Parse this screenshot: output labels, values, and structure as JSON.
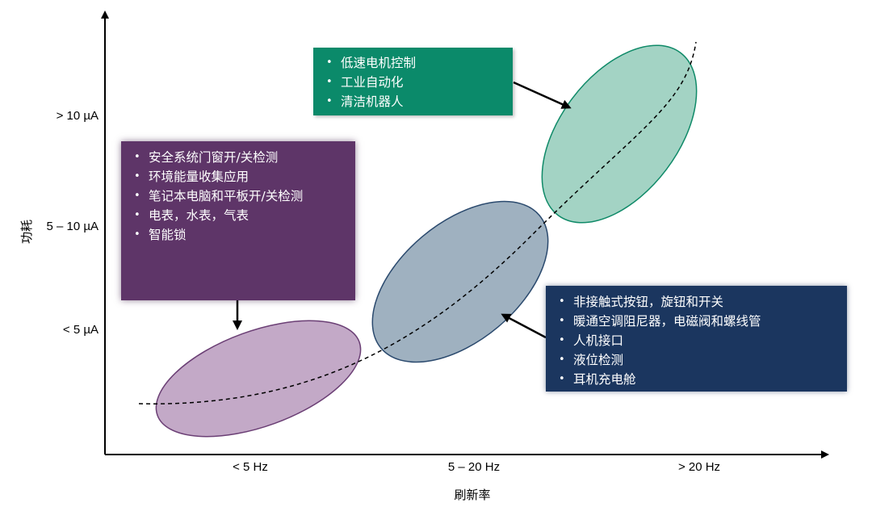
{
  "axes": {
    "x_title": "刷新率",
    "y_title": "功耗",
    "x_ticks": [
      "< 5 Hz",
      "5 – 20 Hz",
      "> 20 Hz"
    ],
    "y_ticks": [
      "> 10 µA",
      "5 – 10 µA",
      "< 5 µA"
    ]
  },
  "groups": [
    {
      "id": "low",
      "ellipse_fill": "#c3a9c7",
      "ellipse_stroke": "#6b3f75",
      "box_color": "#5e3568",
      "items": [
        "安全系统门窗开/关检测",
        "环境能量收集应用",
        "笔记本电脑和平板开/关检测",
        "电表，水表，气表",
        "智能锁"
      ]
    },
    {
      "id": "mid",
      "ellipse_fill": "#9fb1c0",
      "ellipse_stroke": "#2b4a6e",
      "box_color": "#1b365f",
      "items": [
        "非接触式按钮，旋钮和开关",
        "暖通空调阻尼器，电磁阀和螺线管",
        "人机接口",
        "液位检测",
        "耳机充电舱"
      ]
    },
    {
      "id": "high",
      "ellipse_fill": "#a3d3c4",
      "ellipse_stroke": "#0f8a68",
      "box_color": "#0b8a6a",
      "items": [
        "低速电机控制",
        "工业自动化",
        "清洁机器人"
      ]
    }
  ]
}
